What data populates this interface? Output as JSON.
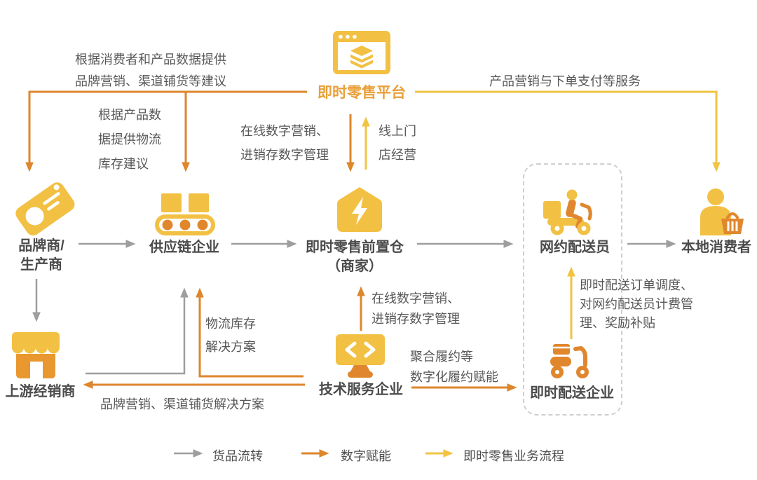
{
  "platform": {
    "label": "即时零售平台",
    "icon": "browser-layers-icon"
  },
  "nodes": {
    "brand": {
      "label": "品牌商/\n生产商",
      "icon": "price-tag-icon"
    },
    "supply": {
      "label": "供应链企业",
      "icon": "conveyor-boxes-icon"
    },
    "warehouse": {
      "label": "即时零售前置仓\n（商家）",
      "icon": "lightning-house-icon"
    },
    "rider": {
      "label": "网约配送员",
      "icon": "delivery-rider-icon"
    },
    "consumer": {
      "label": "本地消费者",
      "icon": "shopper-basket-icon"
    },
    "distributor": {
      "label": "上游经销商",
      "icon": "storefront-icon"
    },
    "tech": {
      "label": "技术服务企业",
      "icon": "code-monitor-icon"
    },
    "courier": {
      "label": "即时配送企业",
      "icon": "scooter-icon"
    }
  },
  "annotations": {
    "consumer_product_data": "根据消费者和产品数据提供\n品牌营销、渠道铺货等建议",
    "product_data_logistics": "根据产品数\n据提供物流\n库存建议",
    "online_marketing_top": "在线数字营销、\n进销存数字管理",
    "online_store": "线上门\n店经营",
    "product_marketing_payment": "产品营销与下单支付等服务",
    "logistics_inventory_solution": "物流库存\n解决方案",
    "online_marketing_bottom": "在线数字营销、\n进销存数字管理",
    "aggregate_fulfillment": "聚合履约等\n数字化履约赋能",
    "brand_channel_solution": "品牌营销、渠道铺货解决方案",
    "dispatch_billing": "即时配送订单调度、\n对网约配送员计费管\n理、奖励补贴"
  },
  "legend": {
    "goods_flow": "货品流转",
    "digital_empowerment": "数字赋能",
    "retail_process": "即时零售业务流程"
  },
  "colors": {
    "yellow": "#F2C043",
    "orange": "#E0872E",
    "gray": "#9E9E9E",
    "text_gray": "#575757",
    "platform_text": "#E9A03A"
  }
}
